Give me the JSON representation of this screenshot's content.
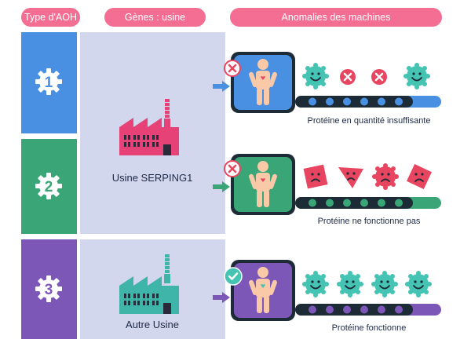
{
  "headers": {
    "type": "Type d'AOH",
    "genes": "Gènes : usine",
    "anomalies": "Anomalies des machines"
  },
  "rows": [
    {
      "number": "1",
      "status": "x",
      "caption": "Protéine en quantité insuffisante"
    },
    {
      "number": "2",
      "status": "x",
      "caption": "Protéine ne fonctionne pas"
    },
    {
      "number": "3",
      "status": "check",
      "caption": "Protéine fonctionne"
    }
  ],
  "factories": [
    {
      "label": "Usine SERPING1"
    },
    {
      "label": "Autre Usine"
    }
  ],
  "colors": {
    "header_pink": "#f36e92",
    "blue": "#4a90e2",
    "green": "#3aa576",
    "purple": "#7d57b8",
    "lavender": "#d3d7ee",
    "teal_protein": "#45c3b3",
    "red_protein": "#e84560",
    "factory_pink": "#e64277",
    "factory_teal": "#3fb4a8",
    "dark_belt": "#1d2b37"
  }
}
